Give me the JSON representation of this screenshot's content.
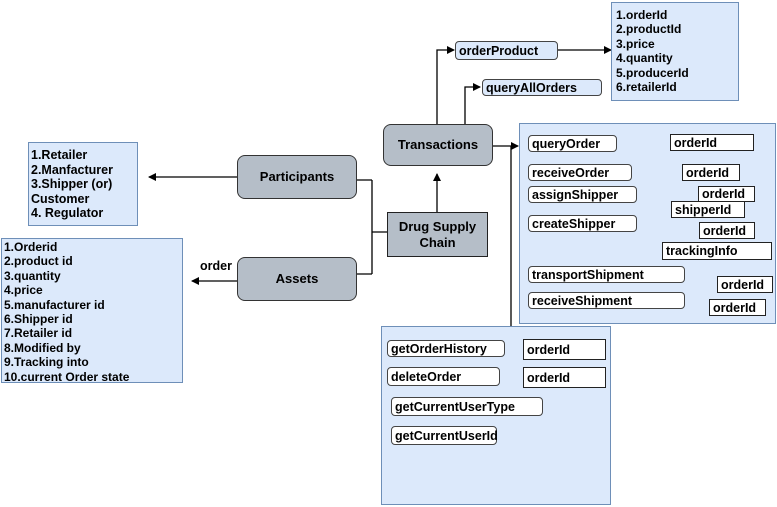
{
  "nodes": {
    "transactions": "Transactions",
    "participants": "Participants",
    "assets": "Assets",
    "drug_supply_chain": "Drug Supply\nChain"
  },
  "order_product": {
    "label": "orderProduct",
    "fields": [
      "1.orderId",
      "2.productId",
      "3.price",
      "4.quantity",
      "5.producerId",
      "6.retailerId"
    ]
  },
  "query_all_orders": "queryAllOrders",
  "participants_list": [
    "1.Retailer",
    "2.Manfacturer",
    "3.Shipper (or)",
    "Customer",
    "4. Regulator"
  ],
  "assets_edge_label": "order",
  "assets_list": [
    "1.Orderid",
    "2.product id",
    "3.quantity",
    "4.price",
    "5.manufacturer id",
    "6.Shipper id",
    "7.Retailer id",
    "8.Modified by",
    "9.Tracking into",
    "10.current Order state"
  ],
  "tx_panel": {
    "query_order": "queryOrder",
    "query_order_arg": "orderId",
    "receive_order": "receiveOrder",
    "receive_order_arg": "orderId",
    "assign_shipper": "assignShipper",
    "assign_shipper_arg1": "orderId",
    "assign_shipper_arg2": "shipperId",
    "create_shipper": "createShipper",
    "create_shipper_arg1": "orderId",
    "create_shipper_arg2": "trackingInfo",
    "transport_shipment": "transportShipment",
    "transport_shipment_arg": "orderId",
    "receive_shipment": "receiveShipment",
    "receive_shipment_arg": "orderId"
  },
  "query_panel": {
    "get_order_history": "getOrderHistory",
    "get_order_history_arg": "orderId",
    "delete_order": "deleteOrder",
    "delete_order_arg": "orderId",
    "get_current_user_type": "getCurrentUserType",
    "get_current_user_id": "getCurrentUserId"
  }
}
